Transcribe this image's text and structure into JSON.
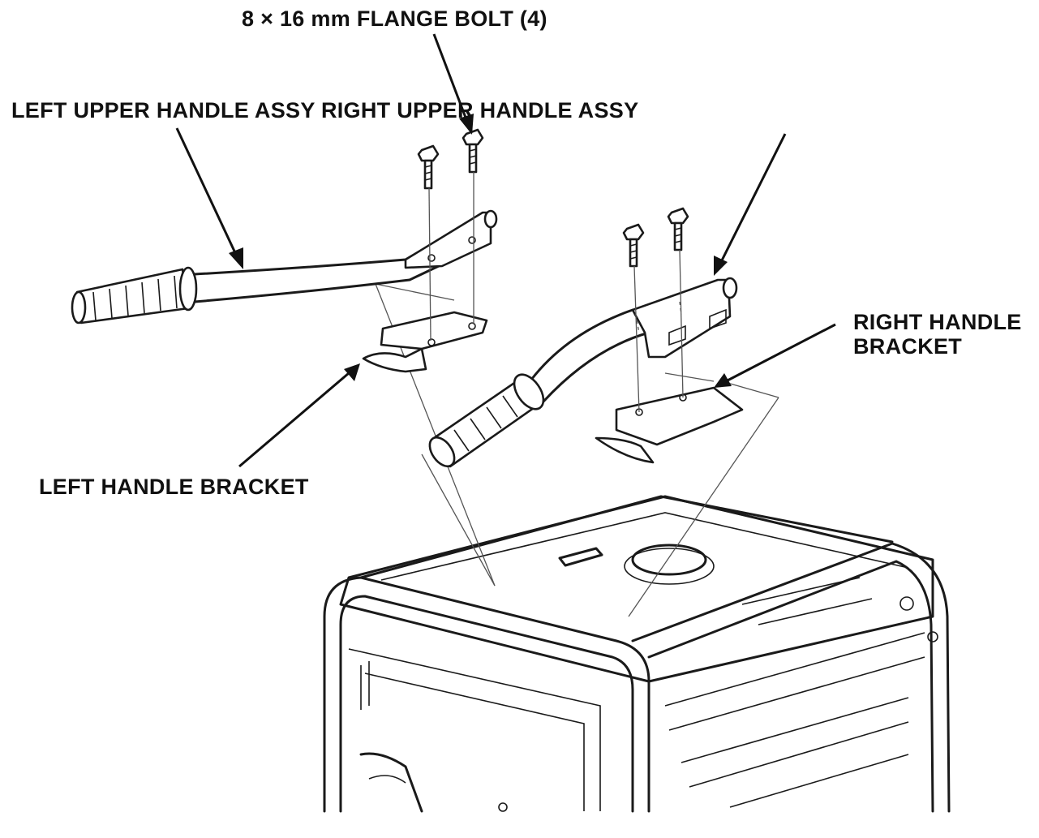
{
  "labels": {
    "flange_bolt": "8 × 16 mm FLANGE BOLT (4)",
    "upper_handles": "LEFT UPPER HANDLE ASSY RIGHT UPPER HANDLE ASSY",
    "right_bracket_line1": "RIGHT HANDLE",
    "right_bracket_line2": "BRACKET",
    "left_bracket": "LEFT HANDLE BRACKET"
  },
  "colors": {
    "line": "#1a1a1a",
    "background": "#ffffff"
  }
}
